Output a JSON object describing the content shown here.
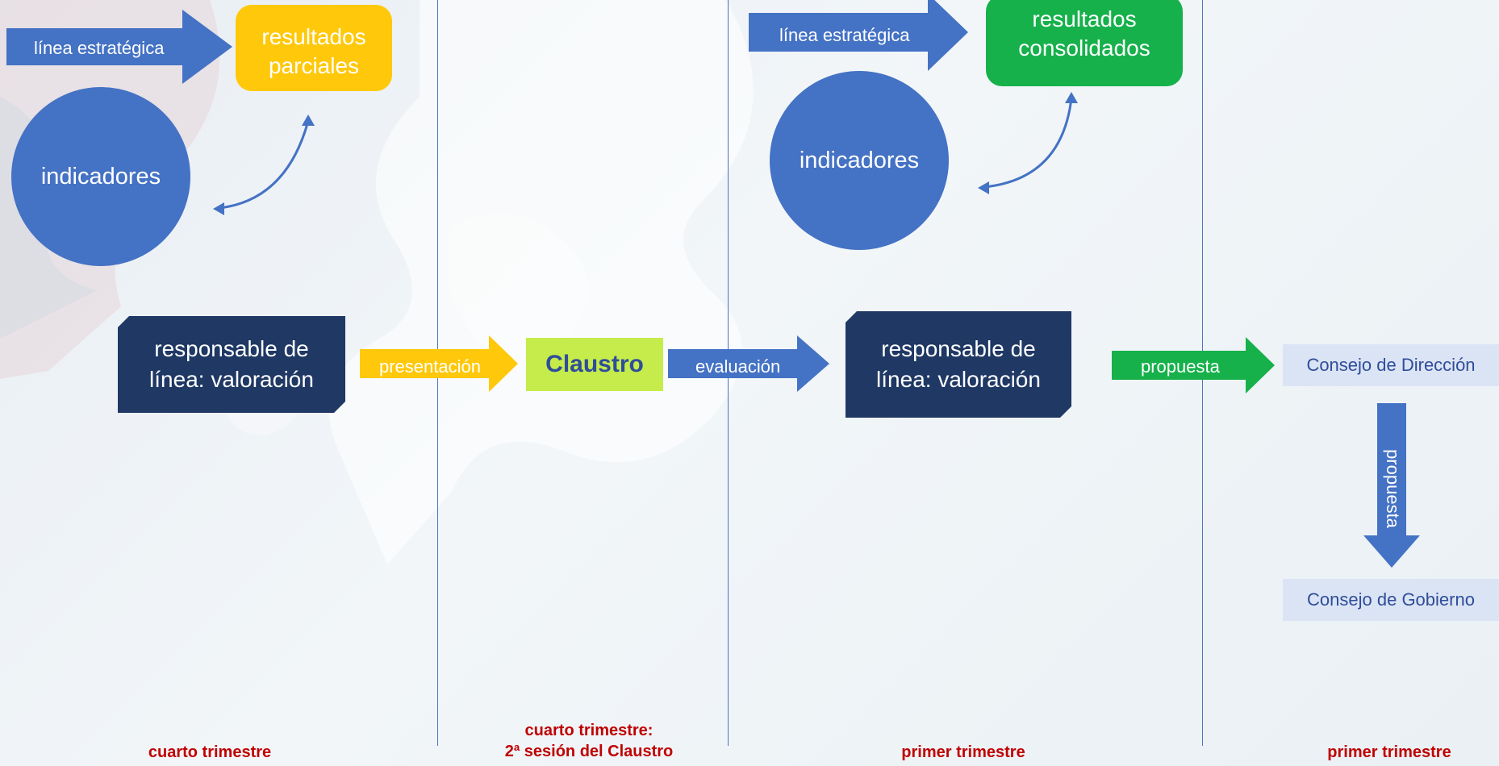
{
  "colors": {
    "blue": "#4472c4",
    "yellow": "#ffc80a",
    "green": "#16b14b",
    "dark_navy": "#1f3864",
    "lime": "#c5ec4a",
    "pale_blue": "#dbe4f4",
    "footer_red": "#c00000",
    "divider": "#4a73c4"
  },
  "stage1": {
    "strategic_line": "línea estratégica",
    "partial_results": "resultados\nparciales",
    "indicators": "indicadores"
  },
  "stage3": {
    "strategic_line": "línea estratégica",
    "consolidated_results": "resultados\nconsolidados",
    "indicators": "indicadores"
  },
  "flow": {
    "manager_1": "responsable de\nlínea: valoración",
    "presentation": "presentación",
    "claustro": "Claustro",
    "evaluation": "evaluación",
    "manager_2": "responsable de\nlínea: valoración",
    "proposal": "propuesta",
    "direction_council": "Consejo de Dirección",
    "proposal_vertical": "propuesta",
    "governing_council": "Consejo de Gobierno"
  },
  "footer": {
    "col1": "cuarto trimestre",
    "col2": "cuarto trimestre:\n2ª sesión del Claustro",
    "col3": "primer trimestre",
    "col4": "primer trimestre"
  }
}
